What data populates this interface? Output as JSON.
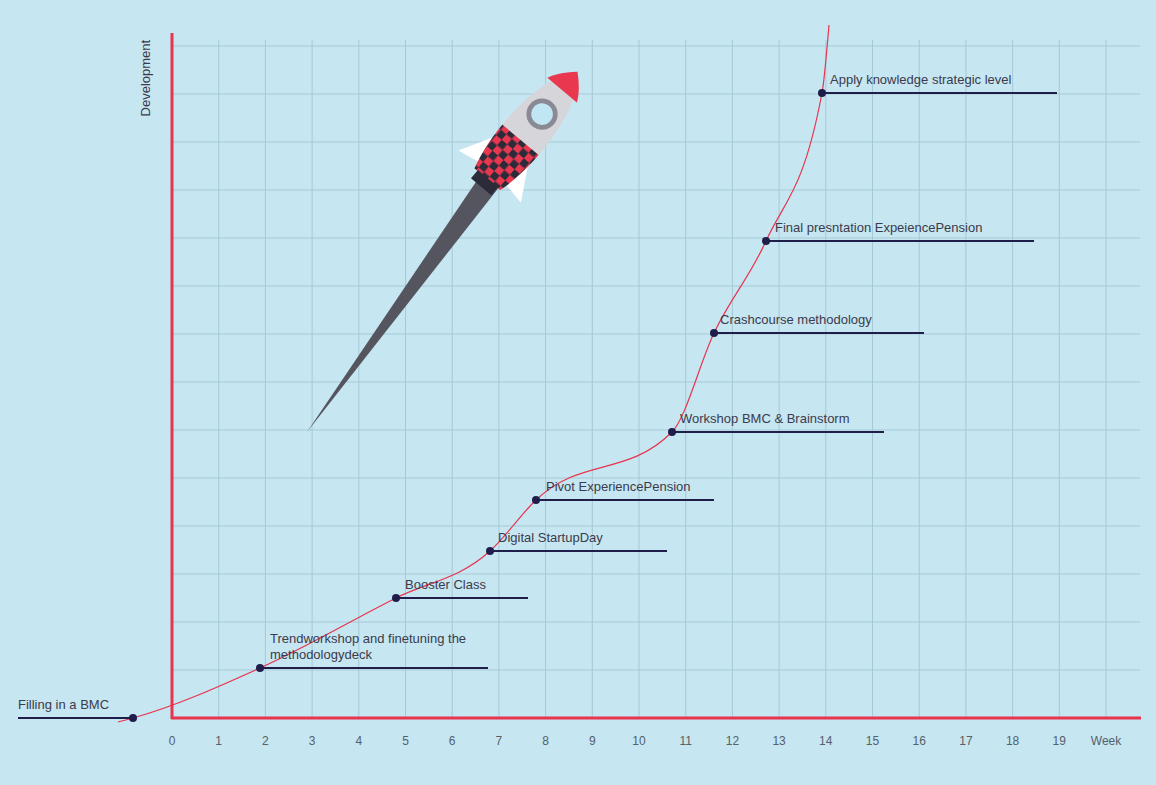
{
  "diagram": {
    "labels": [
      "Development",
      "0",
      "1",
      "2",
      "3",
      "4",
      "5",
      "6",
      "7",
      "8",
      "9",
      "10",
      "11",
      "12",
      "13",
      "14",
      "15",
      "16",
      "17",
      "18",
      "19",
      "Week",
      "Filling in a BMC",
      "Trendworkshop and finetuning the methodologydeck",
      "Booster Class",
      "Digital StartupDay",
      "Pivot ExperiencePension",
      "Workshop BMC & Brainstorm",
      "Crashcourse methodology",
      "Final presntation ExpeiencePension",
      "Apply knowledge strategic level"
    ]
  }
}
